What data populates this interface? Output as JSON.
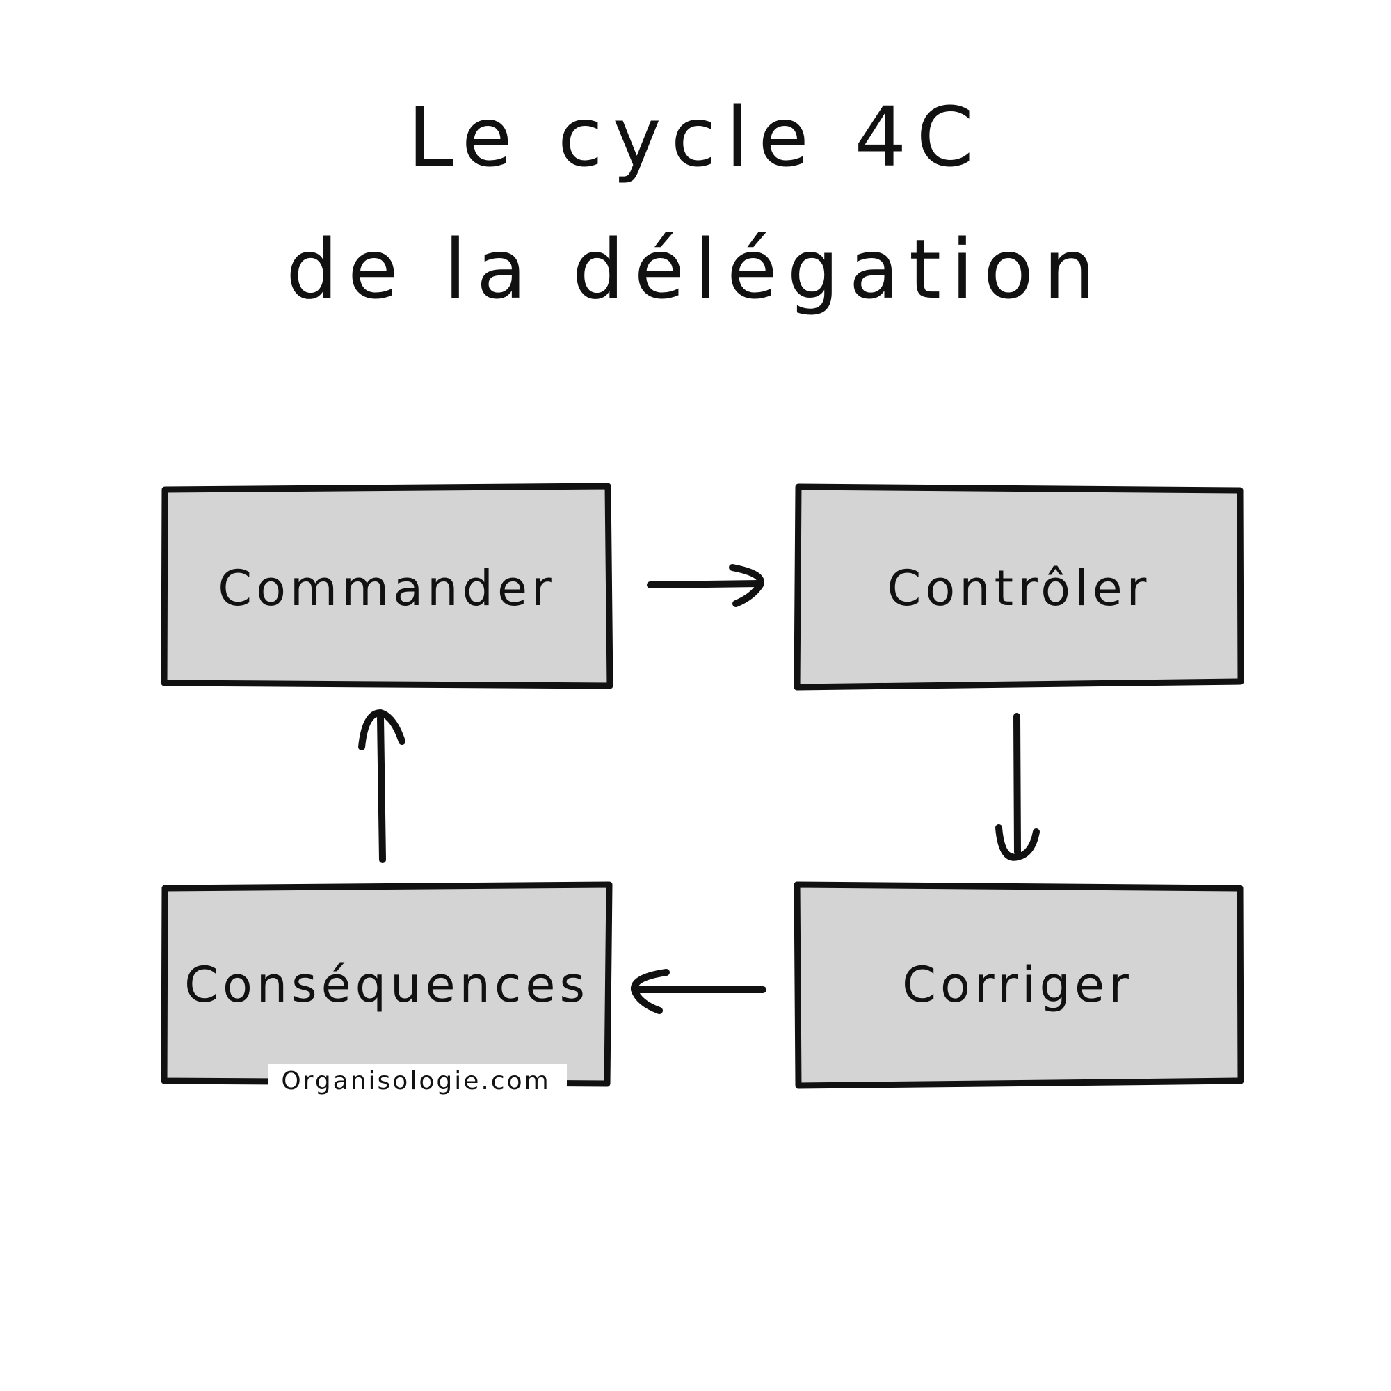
{
  "title": {
    "line1": "Le cycle 4C",
    "line2": "de la délégation"
  },
  "steps": [
    {
      "label": "Commander"
    },
    {
      "label": "Contrôler"
    },
    {
      "label": "Corriger"
    },
    {
      "label": "Conséquences"
    }
  ],
  "watermark": "Organisologie.com",
  "colors": {
    "box_fill": "#d4d4d4",
    "stroke": "#111111",
    "background": "#ffffff"
  }
}
